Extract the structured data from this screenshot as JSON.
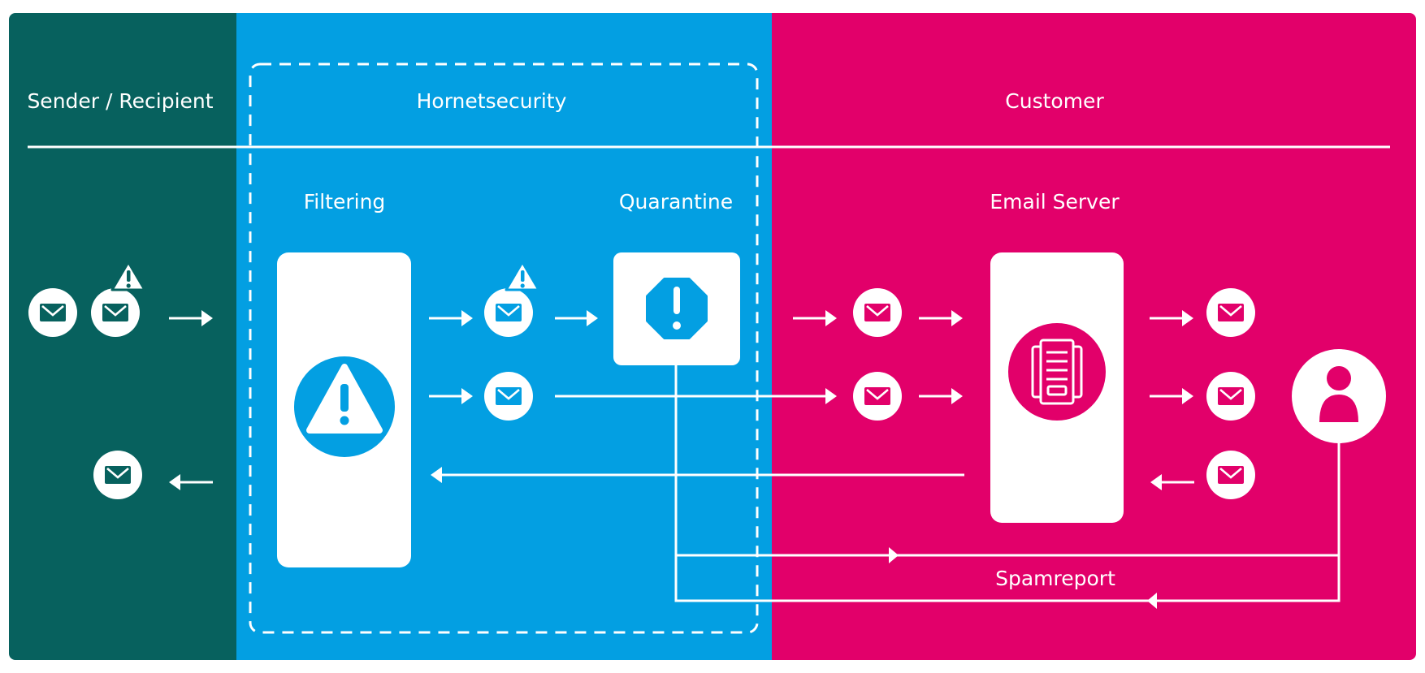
{
  "colors": {
    "sender_panel": "#07615E",
    "hornet_panel": "#039FE2",
    "customer_panel": "#E2006A",
    "foreground": "#FFFFFF"
  },
  "sections": {
    "sender": "Sender / Recipient",
    "hornet": "Hornetsecurity",
    "customer": "Customer"
  },
  "stages": {
    "filtering": "Filtering",
    "quarantine": "Quarantine",
    "email_server": "Email Server"
  },
  "flow_labels": {
    "spamreport": "Spamreport"
  },
  "icons": {
    "mail": "envelope-icon",
    "warning": "warning-triangle-icon",
    "stop": "stop-octagon-exclamation-icon",
    "server": "email-server-icon",
    "user": "user-avatar-icon"
  }
}
